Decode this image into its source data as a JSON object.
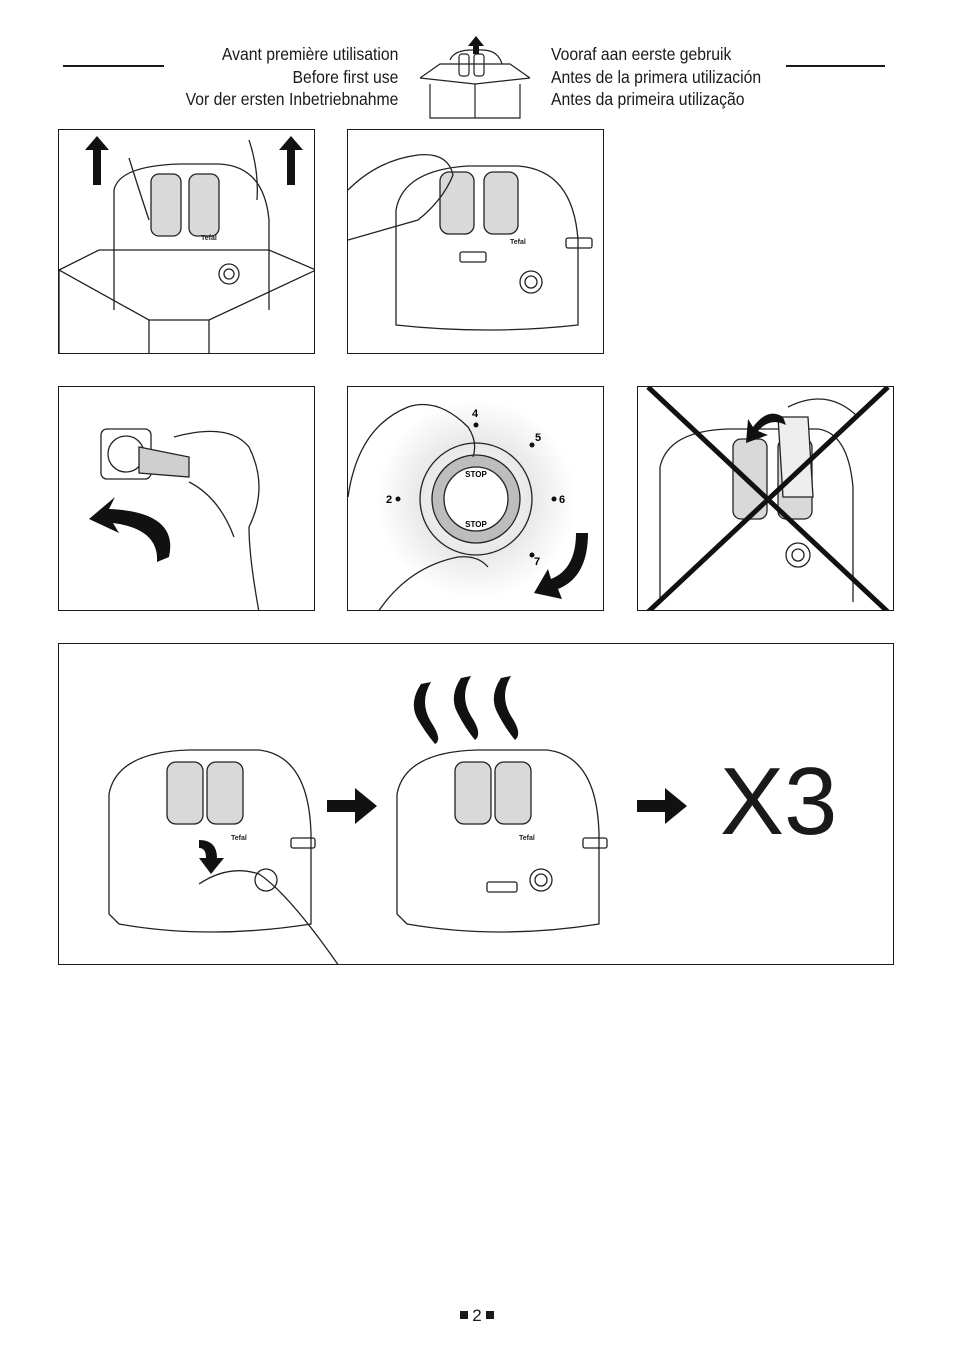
{
  "header": {
    "left_lines": [
      "Avant première utilisation",
      "Before first use",
      "Vor der ersten Inbetriebnahme"
    ],
    "right_lines": [
      "Vooraf aan eerste gebruik",
      "Antes de la primera utilización",
      "Antes da primeira utilização"
    ]
  },
  "toaster": {
    "brand": "Tefal"
  },
  "dial": {
    "stop_text": "STOP",
    "settings": [
      "4",
      "5",
      "2",
      "6",
      "7"
    ]
  },
  "repeat": {
    "label": "X3"
  },
  "footer": {
    "page_number": "2"
  }
}
